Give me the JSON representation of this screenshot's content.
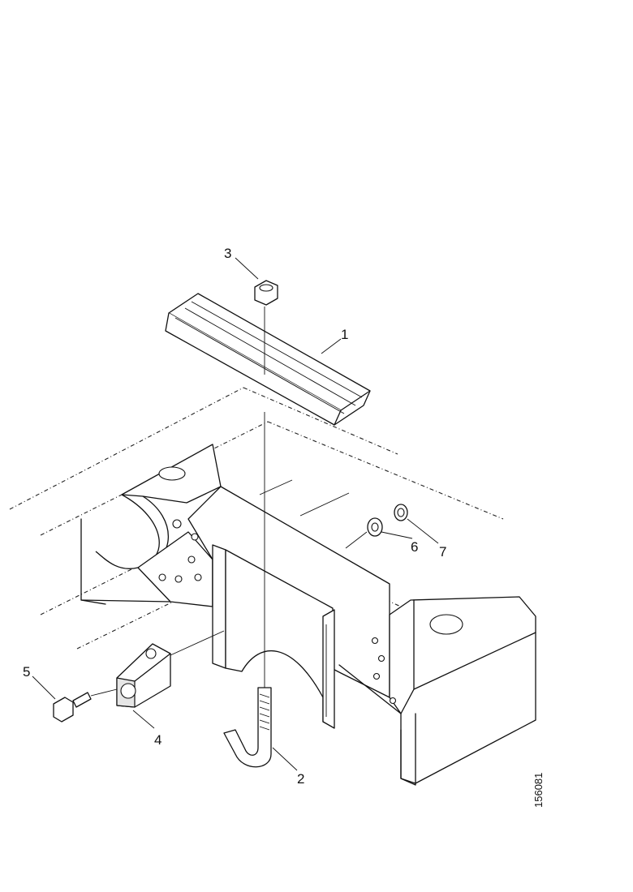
{
  "diagram": {
    "callouts": [
      {
        "id": "c1",
        "label": "1"
      },
      {
        "id": "c2",
        "label": "2"
      },
      {
        "id": "c3",
        "label": "3"
      },
      {
        "id": "c4",
        "label": "4"
      },
      {
        "id": "c5",
        "label": "5"
      },
      {
        "id": "c6",
        "label": "6"
      },
      {
        "id": "c7",
        "label": "7"
      }
    ],
    "reference_number": "156081"
  }
}
